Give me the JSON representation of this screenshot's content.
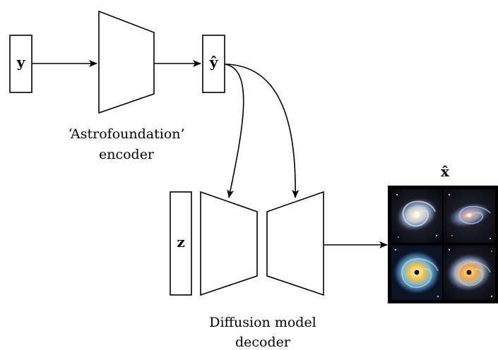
{
  "symbols": {
    "input": "y",
    "latent_code": "ŷ",
    "noise": "z",
    "output": "x̂"
  },
  "encoder": {
    "caption_line1": "‘Astrofoundation’",
    "caption_line2": "encoder"
  },
  "decoder": {
    "caption_line1": "Diffusion model",
    "caption_line2": "decoder"
  },
  "output_panel": {
    "grid": "2x2",
    "image_contents": [
      "spiral-galaxy",
      "spiral-galaxy",
      "galaxy-with-bright-core",
      "galaxy-with-bright-core"
    ]
  }
}
